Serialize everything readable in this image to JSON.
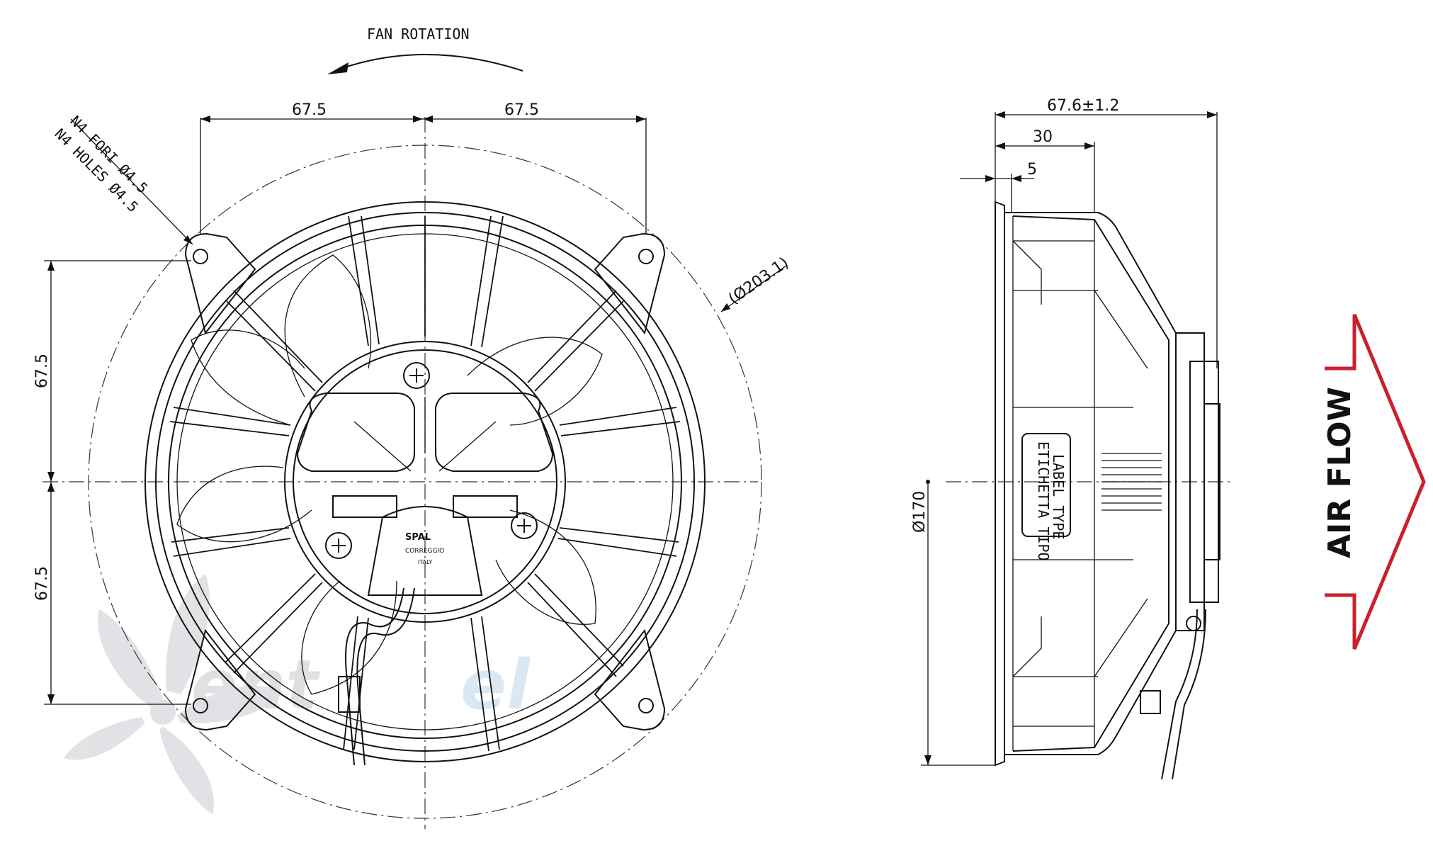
{
  "front_view": {
    "rotation_label": "FAN ROTATION",
    "dim_top_left": "67.5",
    "dim_top_right": "67.5",
    "dim_left_upper": "67.5",
    "dim_left_lower": "67.5",
    "holes_label_it": "N4 FORI Ø4.5",
    "holes_label_en": "N4 HOLES Ø4.5",
    "diameter_label": "(Ø203.1)",
    "brand_label": "SPAL",
    "city_label": "CORREGGIO",
    "country_label": "ITALY"
  },
  "side_view": {
    "dim_depth": "67.6±1.2",
    "dim_30": "30",
    "dim_5": "5",
    "dim_diameter": "Ø170",
    "label_line1": "ETICHETTA TIPO",
    "label_line2": "LABEL TYPE"
  },
  "airflow": {
    "label": "AIR FLOW",
    "color": "#c8202f"
  },
  "watermark": {
    "part1": "ventel",
    "part1_visible": "ent",
    "part2": "el",
    "color1": "#c4c8cc",
    "color2": "#bcd6ea"
  }
}
